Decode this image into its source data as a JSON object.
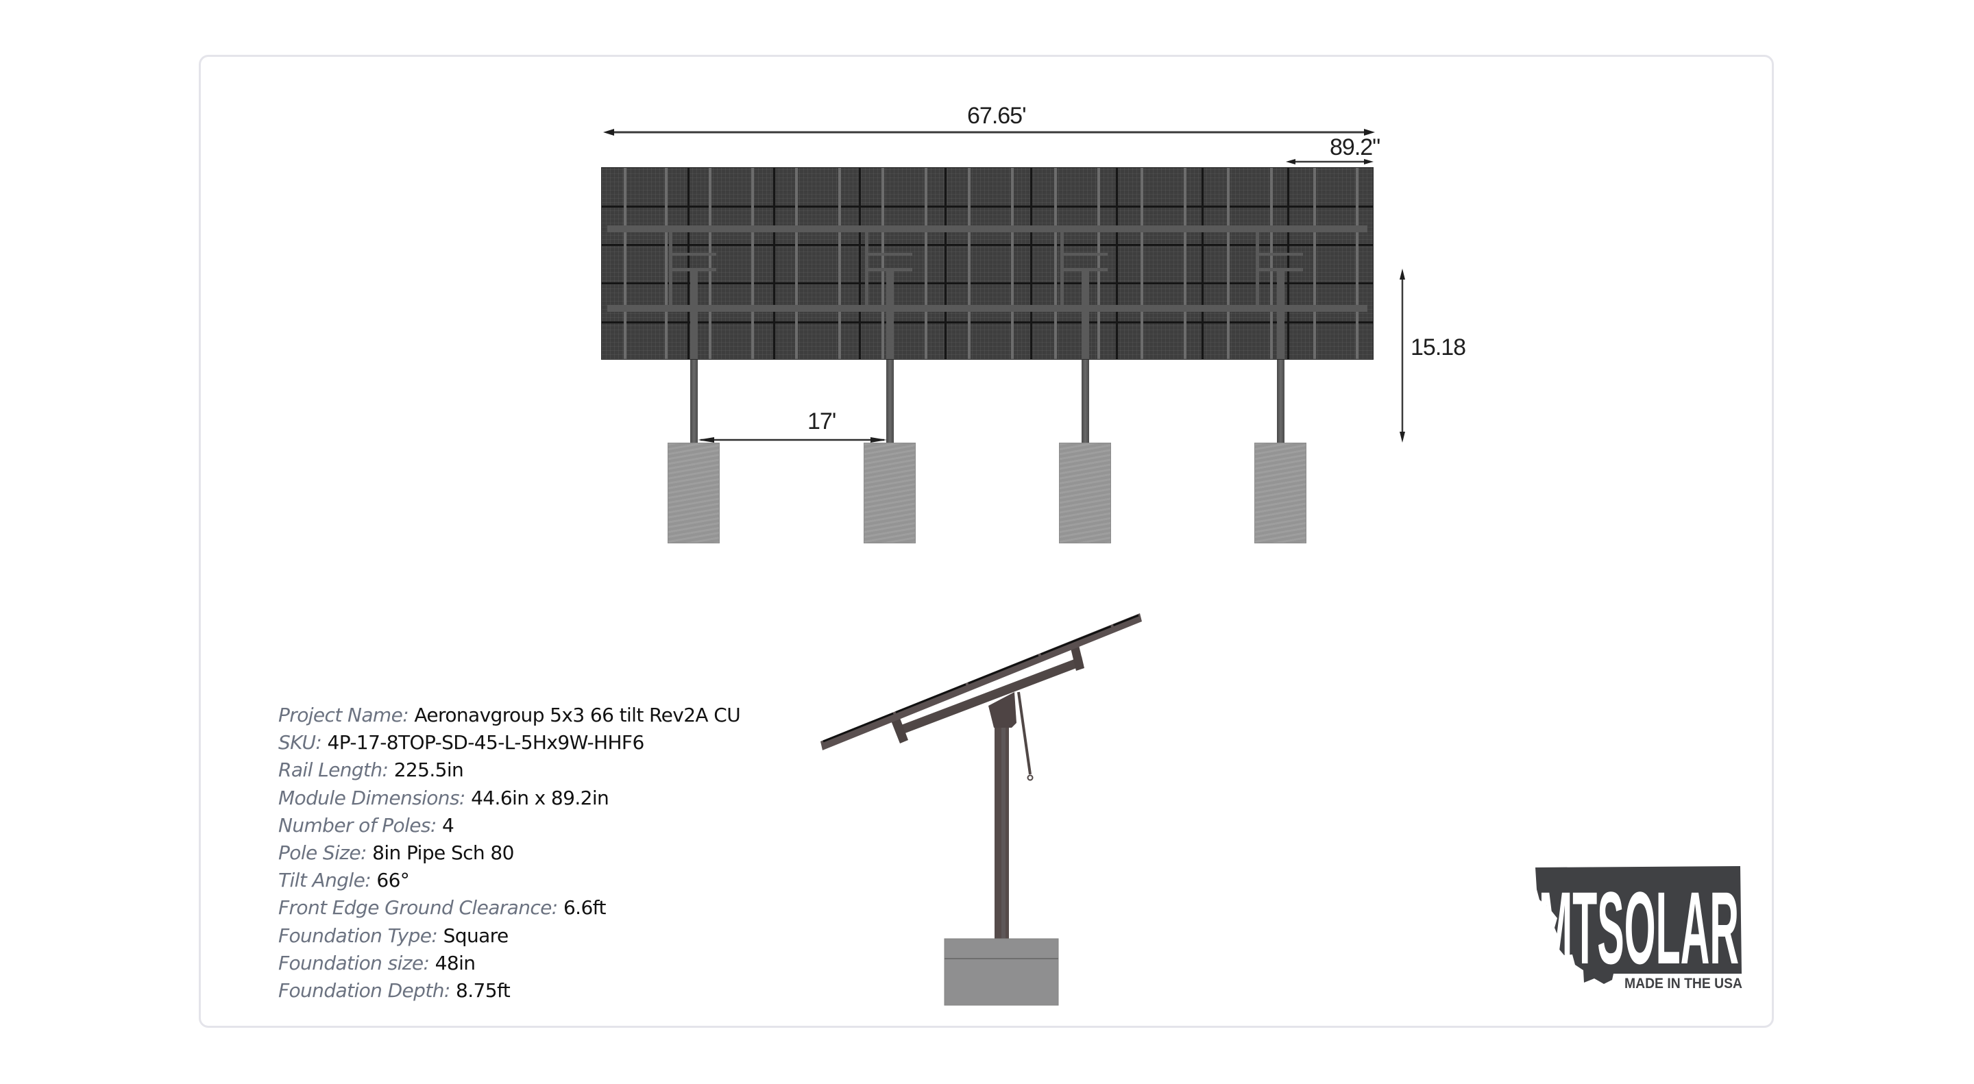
{
  "drawing": {
    "front_view": {
      "overall_width_label": "67.65'",
      "module_width_label": "89.2\"",
      "height_label": "15.18",
      "pole_spacing_label": "17'",
      "module_rows": 5,
      "module_columns": 9,
      "pole_count": 4
    },
    "side_view": {
      "tilt_angle_deg": 66
    }
  },
  "specs": [
    {
      "label": "Project Name:",
      "value": "Aeronavgroup 5x3 66 tilt Rev2A CU"
    },
    {
      "label": "SKU:",
      "value": "4P-17-8TOP-SD-45-L-5Hx9W-HHF6"
    },
    {
      "label": "Rail Length:",
      "value": "225.5in"
    },
    {
      "label": "Module Dimensions:",
      "value": "44.6in x 89.2in"
    },
    {
      "label": "Number of Poles:",
      "value": "4"
    },
    {
      "label": "Pole Size:",
      "value": "8in Pipe Sch 80"
    },
    {
      "label": "Tilt Angle:",
      "value": "66°"
    },
    {
      "label": "Front Edge Ground Clearance:",
      "value": "6.6ft"
    },
    {
      "label": "Foundation Type:",
      "value": "Square"
    },
    {
      "label": "Foundation size:",
      "value": "48in"
    },
    {
      "label": "Foundation Depth:",
      "value": "8.75ft"
    }
  ],
  "logo": {
    "brand": "MTSOLAR",
    "brand_prefix": "mT",
    "brand_suffix": "SOLAR",
    "tagline": "MADE IN THE USA",
    "color": "#404144"
  },
  "colors": {
    "card_border": "#e4e4ea",
    "label_text": "#6b7280",
    "value_text": "#111111",
    "panel": "#3e3e3e",
    "concrete": "#9a9a9a",
    "steel_side": "#504746"
  }
}
